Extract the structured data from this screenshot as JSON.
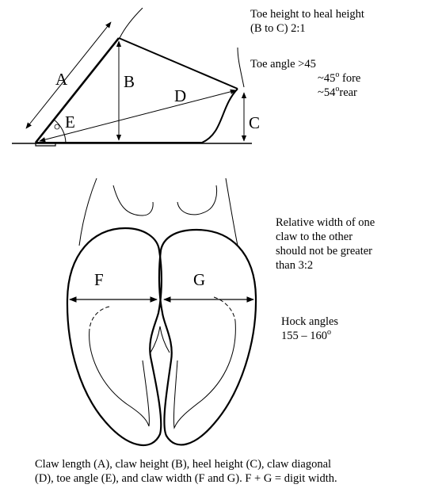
{
  "labels": {
    "a": "A",
    "b": "B",
    "c": "C",
    "d": "D",
    "e": "E",
    "f": "F",
    "g": "G"
  },
  "notes": {
    "ratio_title": "Toe height to heal height",
    "ratio_value": "(B to C)   2:1",
    "toe_angle_title": "Toe angle >45",
    "toe_angle_fore_value": "~45",
    "toe_angle_fore_label": " fore",
    "toe_angle_rear_value": "~54",
    "toe_angle_rear_label": "rear",
    "width_ratio": "Relative width of one\nclaw to the other\nshould not be greater\nthan 3:2",
    "hock_title": "Hock angles",
    "hock_value": "155 – 160",
    "degree_symbol": "o"
  },
  "caption": "Claw length (A), claw height (B),  heel height (C), claw diagonal\n(D),  toe angle (E), and claw width (F and G).  F + G = digit width."
}
